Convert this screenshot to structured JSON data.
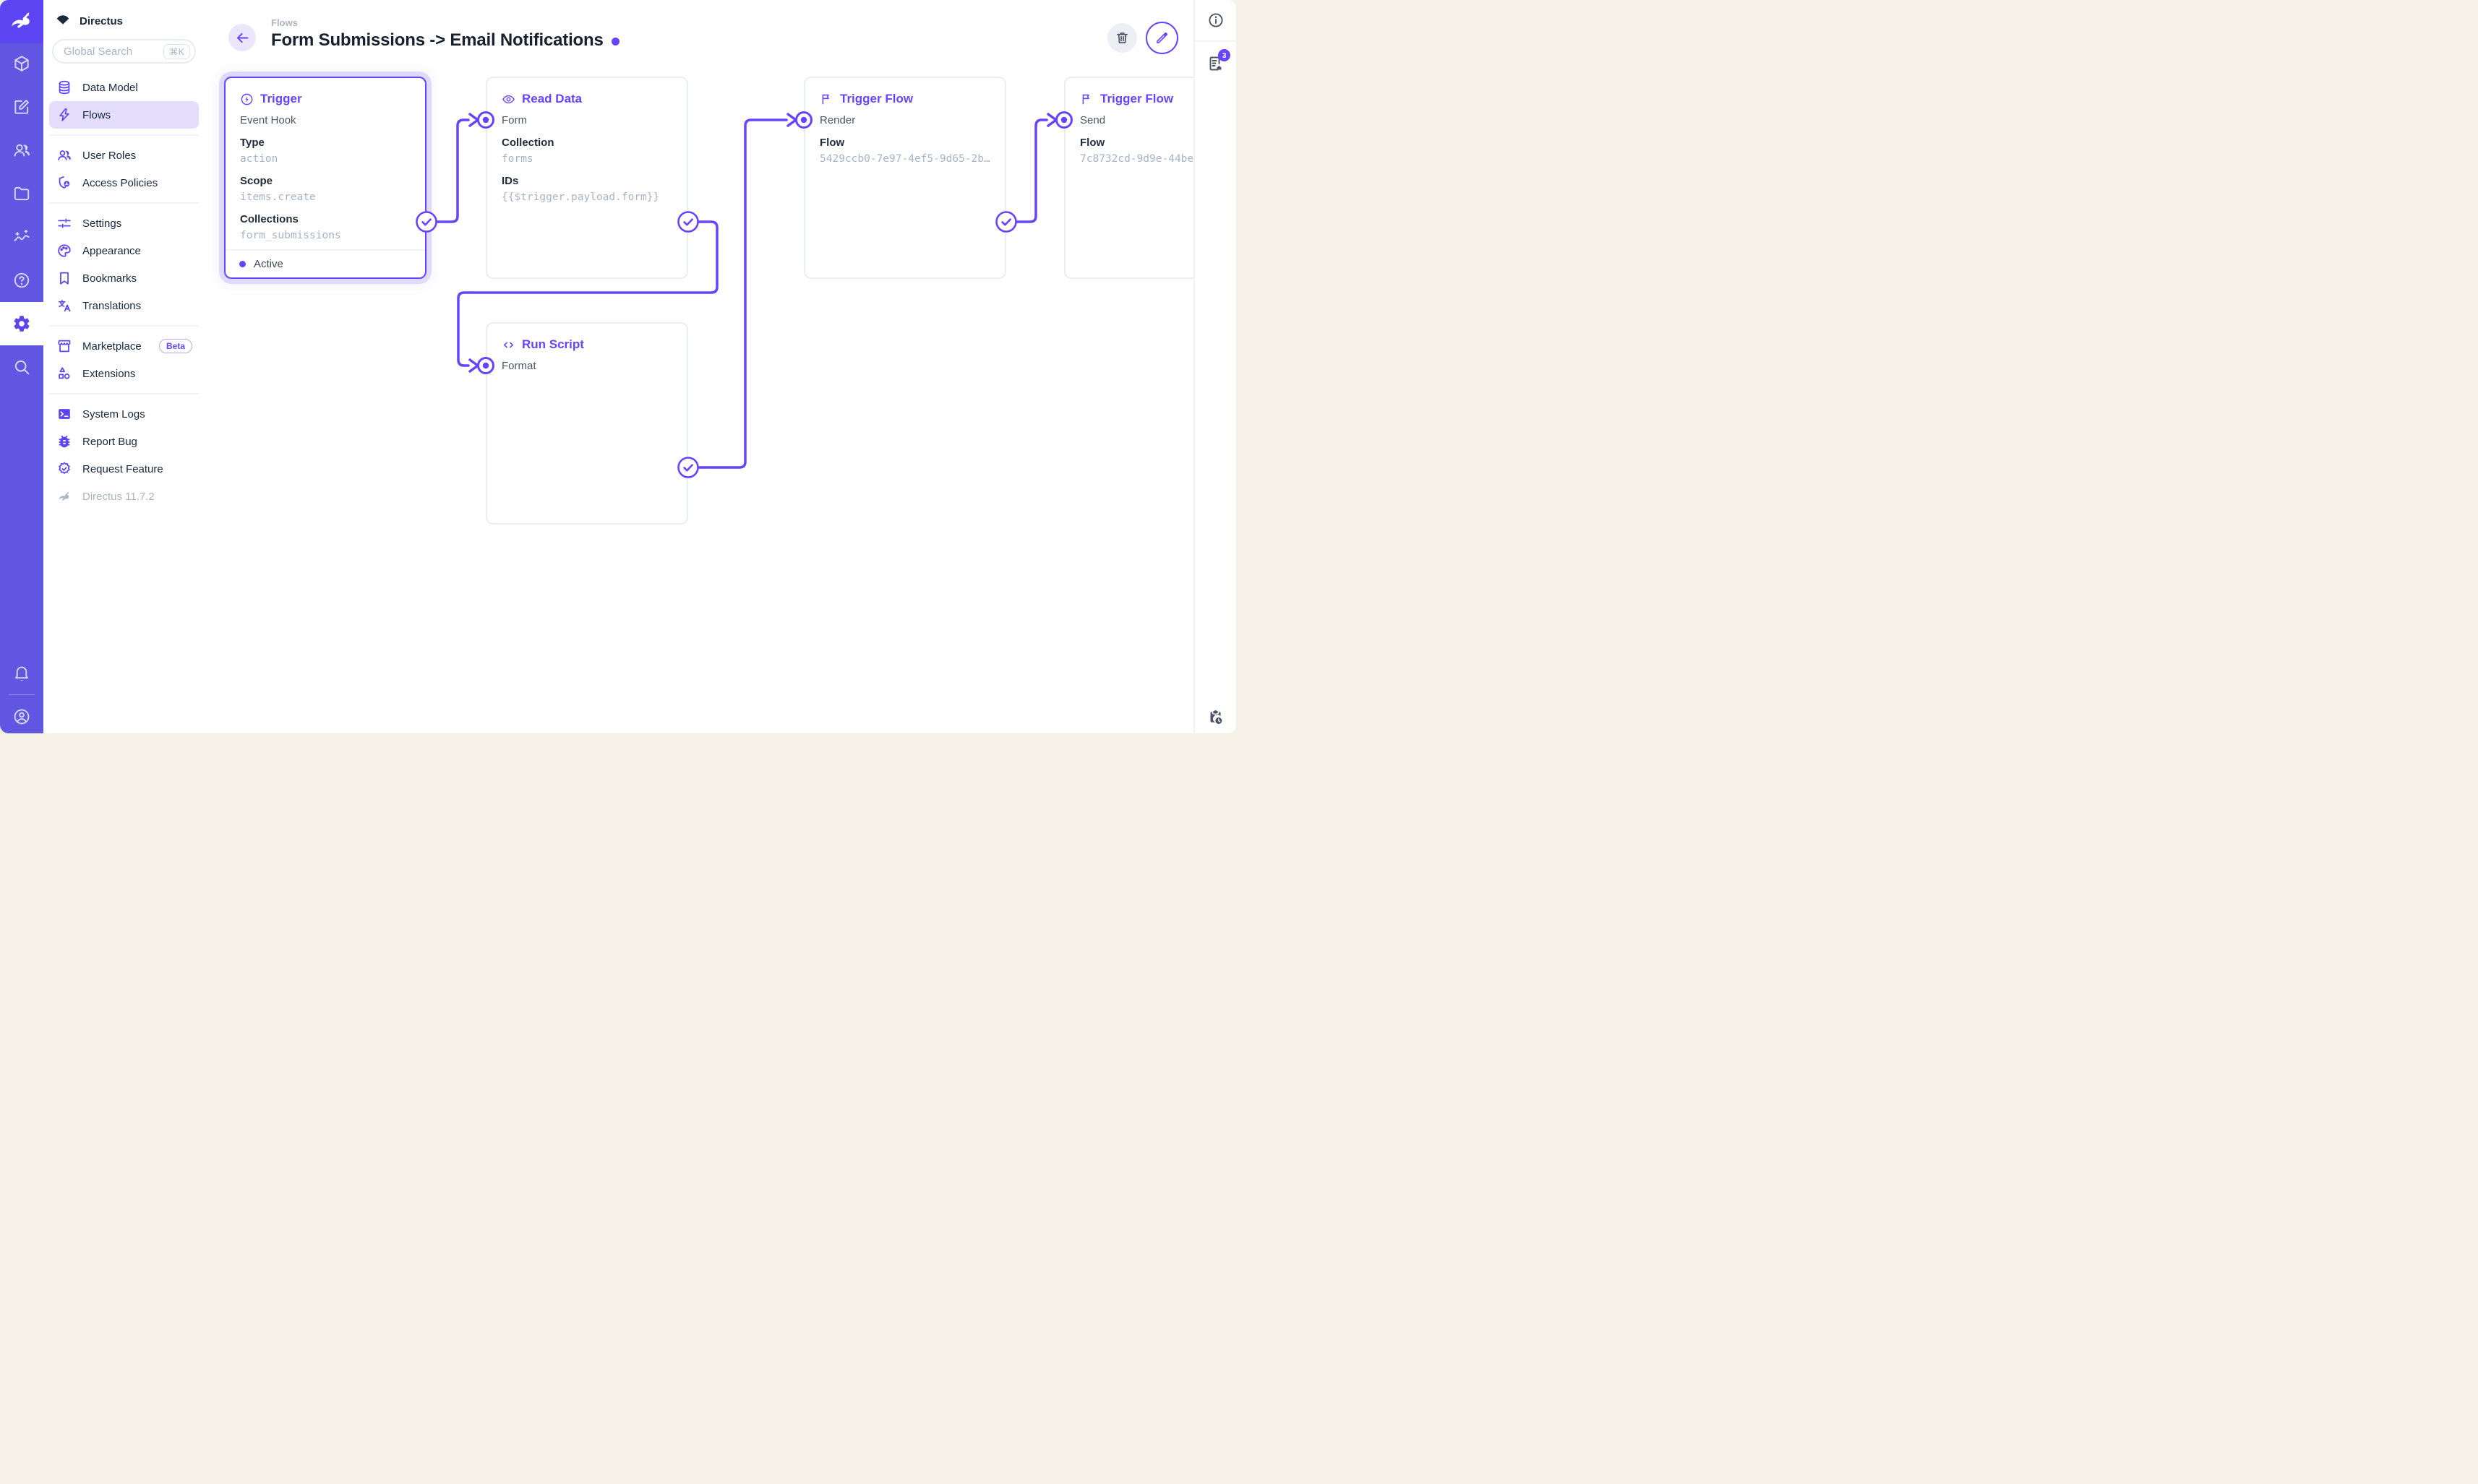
{
  "colors": {
    "accent": "#6644FF",
    "module_bar": "#6156E1",
    "logo_block": "#5C44F2",
    "active_nav_bg": "#E4DDFC",
    "subdued_text": "#A9B4C4",
    "mono_value": "#A6B4C9",
    "dark_text": "#16202E"
  },
  "module_bar": {
    "modules": [
      "content",
      "visual-editor",
      "users",
      "files",
      "insights",
      "documentation",
      "settings",
      "search"
    ],
    "active_module": "settings",
    "bottom": [
      "notifications",
      "account"
    ]
  },
  "sidebar": {
    "project_name": "Directus",
    "search": {
      "placeholder": "Global Search",
      "shortcut": "⌘K"
    },
    "groups": [
      {
        "items": [
          {
            "label": "Data Model"
          },
          {
            "label": "Flows"
          }
        ]
      },
      {
        "items": [
          {
            "label": "User Roles"
          },
          {
            "label": "Access Policies"
          }
        ]
      },
      {
        "items": [
          {
            "label": "Settings"
          },
          {
            "label": "Appearance"
          },
          {
            "label": "Bookmarks"
          },
          {
            "label": "Translations"
          }
        ]
      },
      {
        "items": [
          {
            "label": "Marketplace",
            "badge": "Beta"
          },
          {
            "label": "Extensions"
          }
        ]
      },
      {
        "items": [
          {
            "label": "System Logs"
          },
          {
            "label": "Report Bug"
          },
          {
            "label": "Request Feature"
          }
        ]
      }
    ],
    "active_item": "Flows",
    "version": "Directus 11.7.2"
  },
  "header": {
    "breadcrumb": "Flows",
    "title": "Form Submissions -> Email Notifications"
  },
  "right_sidebar": {
    "notifications_count": "3"
  },
  "flow": {
    "nodes": {
      "trigger": {
        "title": "Trigger",
        "subtitle": "Event Hook",
        "fields": [
          {
            "label": "Type",
            "value": "action"
          },
          {
            "label": "Scope",
            "value": "items.create"
          },
          {
            "label": "Collections",
            "value": "form_submissions"
          }
        ],
        "status": "Active"
      },
      "read_data": {
        "title": "Read Data",
        "name": "Form",
        "fields": [
          {
            "label": "Collection",
            "value": "forms"
          },
          {
            "label": "IDs",
            "value": "{{$trigger.payload.form}}"
          }
        ]
      },
      "run_script": {
        "title": "Run Script",
        "name": "Format"
      },
      "trigger_flow_render": {
        "title": "Trigger Flow",
        "name": "Render",
        "fields": [
          {
            "label": "Flow",
            "value": "5429ccb0-7e97-4ef5-9d65-2b…"
          }
        ]
      },
      "trigger_flow_send": {
        "title": "Trigger Flow",
        "name": "Send",
        "fields": [
          {
            "label": "Flow",
            "value": "7c8732cd-9d9e-44be"
          }
        ]
      }
    }
  }
}
